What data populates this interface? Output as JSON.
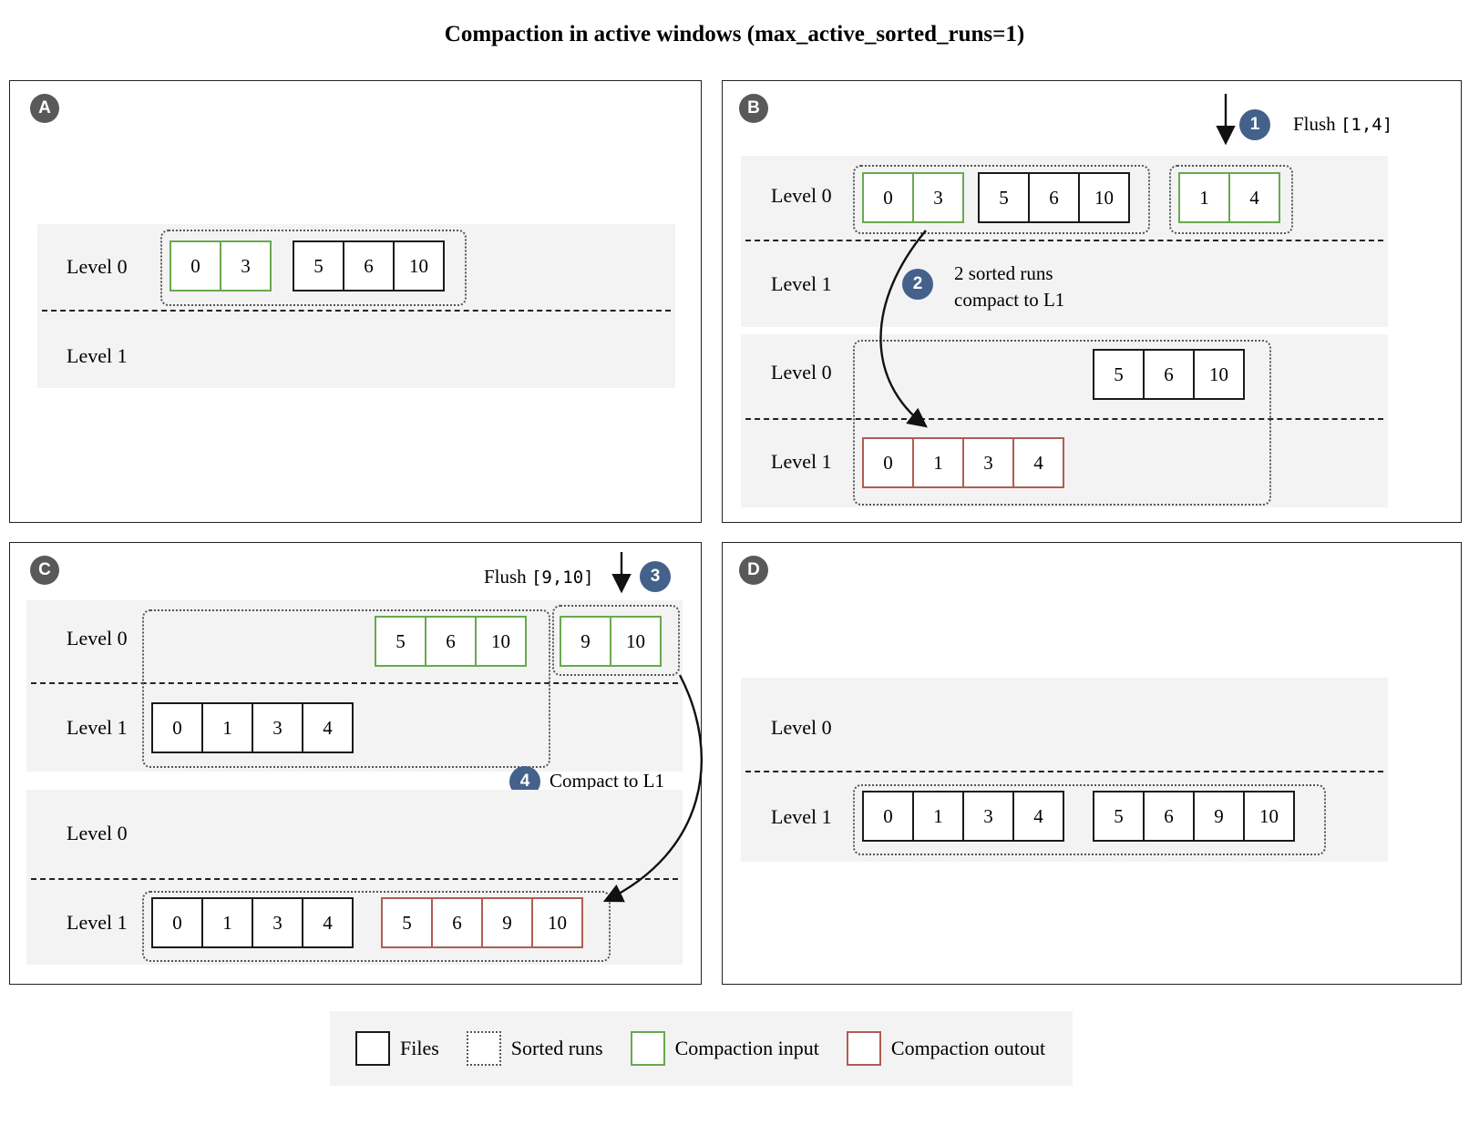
{
  "title": "Compaction in active windows (max_active_sorted_runs=1)",
  "labels": {
    "level0": "Level 0",
    "level1": "Level 1"
  },
  "colors": {
    "files_border": "#1a1a1a",
    "compaction_input": "#6aa84f",
    "compaction_output": "#b05c52",
    "step_badge": "#44618b",
    "panel_badge": "#595959",
    "band_bg": "#f3f3f3"
  },
  "panels": {
    "a": {
      "badge": "A",
      "level0_green": [
        "0",
        "3"
      ],
      "level0_black": [
        "5",
        "6",
        "10"
      ]
    },
    "b": {
      "badge": "B",
      "step_flush": "1",
      "flush_word": "Flush",
      "flush_range": "[1,4]",
      "run1_green": [
        "0",
        "3"
      ],
      "run1_black": [
        "5",
        "6",
        "10"
      ],
      "run2_green": [
        "1",
        "4"
      ],
      "step_compact": "2",
      "note1": "2 sorted runs",
      "note2": "compact to L1",
      "result_black": [
        "5",
        "6",
        "10"
      ],
      "result_red": [
        "0",
        "1",
        "3",
        "4"
      ]
    },
    "c": {
      "badge": "C",
      "step_flush": "3",
      "flush_word": "Flush",
      "flush_range": "[9,10]",
      "run1_green": [
        "5",
        "6",
        "10"
      ],
      "run1_black": [
        "0",
        "1",
        "3",
        "4"
      ],
      "run2_green": [
        "9",
        "10"
      ],
      "step_compact": "4",
      "note": "Compact to L1",
      "result_black": [
        "0",
        "1",
        "3",
        "4"
      ],
      "result_red": [
        "5",
        "6",
        "9",
        "10"
      ]
    },
    "d": {
      "badge": "D",
      "black1": [
        "0",
        "1",
        "3",
        "4"
      ],
      "black2": [
        "5",
        "6",
        "9",
        "10"
      ]
    }
  },
  "legend": {
    "files": "Files",
    "sorted_runs": "Sorted runs",
    "compaction_input": "Compaction input",
    "compaction_output": "Compaction outout"
  }
}
